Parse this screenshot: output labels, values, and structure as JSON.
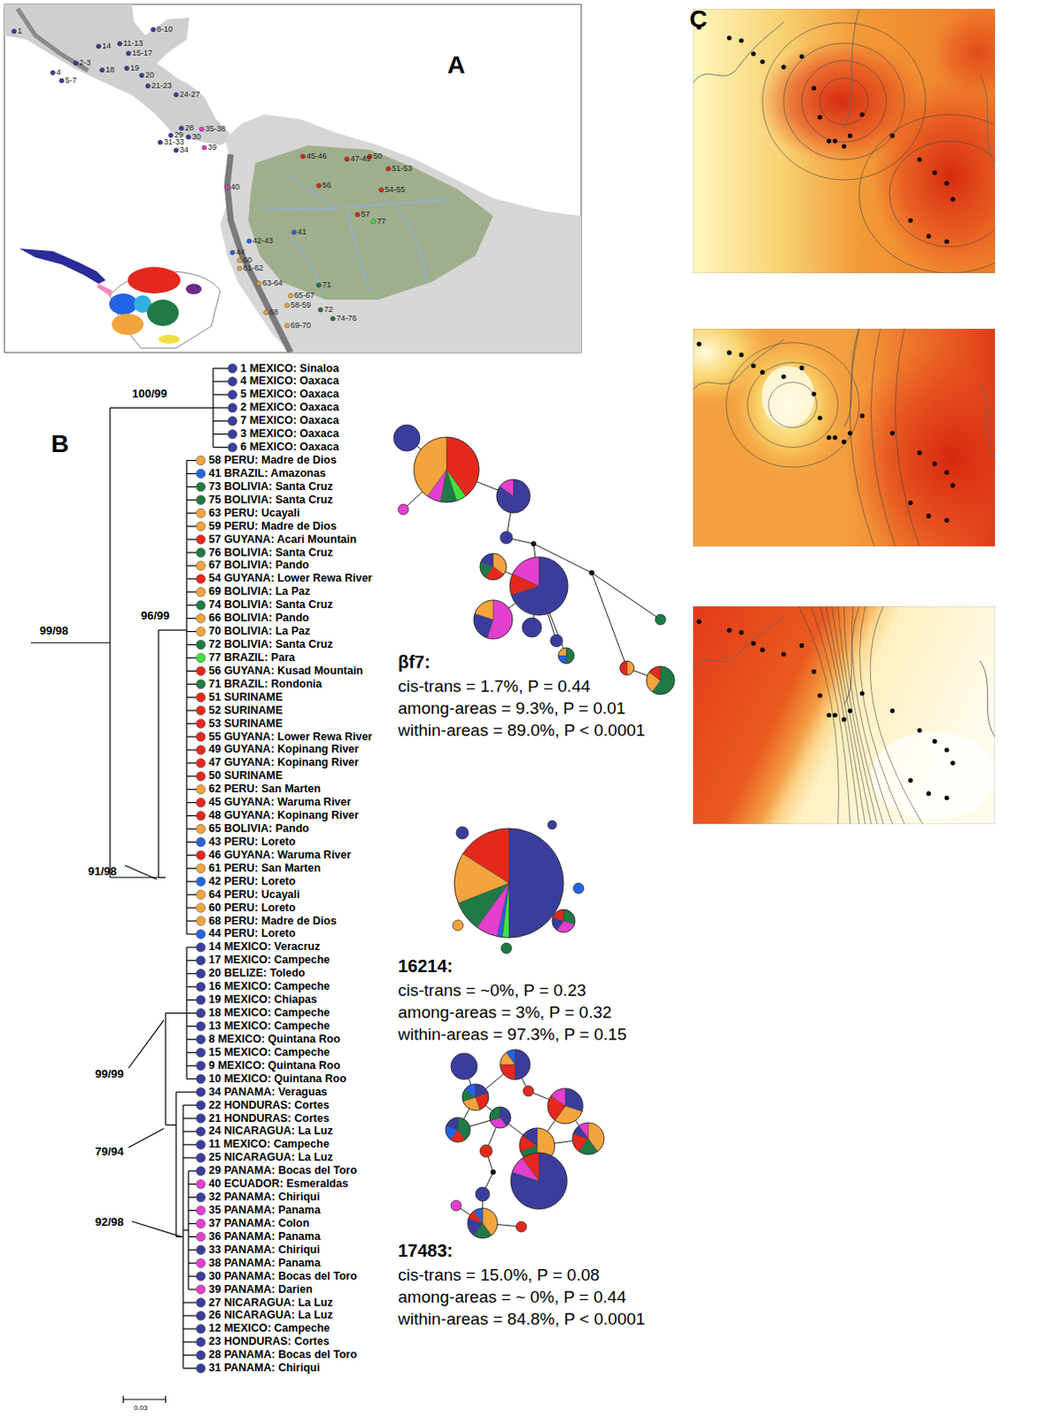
{
  "diagram": {
    "labels": [
      "A",
      "B",
      "C",
      "1",
      "2-3",
      "4",
      "5-7",
      "8-10",
      "11-13",
      "14",
      "15-17",
      "18",
      "19",
      "20",
      "21-23",
      "24-27",
      "28",
      "29",
      "30",
      "31-33",
      "34",
      "35-38",
      "39",
      "40",
      "41",
      "42-43",
      "44",
      "45-46",
      "47-49",
      "50",
      "51-53",
      "54-55",
      "56",
      "57",
      "58-59",
      "60",
      "61-62",
      "63-64",
      "65-67",
      "68",
      "69-70",
      "71",
      "72",
      "74-76",
      "77",
      "1 MEXICO: Sinaloa",
      "4 MEXICO: Oaxaca",
      "5 MEXICO: Oaxaca",
      "2 MEXICO: Oaxaca",
      "7 MEXICO: Oaxaca",
      "3 MEXICO: Oaxaca",
      "6 MEXICO: Oaxaca",
      "58 PERU: Madre de Dios",
      "41 BRAZIL: Amazonas",
      "73 BOLIVIA: Santa Cruz",
      "75 BOLIVIA: Santa Cruz",
      "63 PERU: Ucayali",
      "59 PERU: Madre de Dios",
      "57 GUYANA: Acari Mountain",
      "76 BOLIVIA: Santa Cruz",
      "67 BOLIVIA: Pando",
      "54 GUYANA: Lower Rewa River",
      "69 BOLIVIA: La Paz",
      "74 BOLIVIA: Santa Cruz",
      "66 BOLIVIA: Pando",
      "70 BOLIVIA: La Paz",
      "72 BOLIVIA: Santa Cruz",
      "77 BRAZIL: Para",
      "56 GUYANA: Kusad Mountain",
      "71 BRAZIL: Rondonia",
      "51 SURINAME",
      "52 SURINAME",
      "53 SURINAME",
      "55 GUYANA: Lower Rewa River",
      "49 GUYANA: Kopinang River",
      "47 GUYANA: Kopinang River",
      "50 SURINAME",
      "62 PERU: San Marten",
      "45 GUYANA: Waruma River",
      "48 GUYANA: Kopinang River",
      "65 BOLIVIA: Pando",
      "43 PERU: Loreto",
      "46 GUYANA: Waruma River",
      "61 PERU: San Marten",
      "42 PERU: Loreto",
      "64 PERU: Ucayali",
      "60 PERU: Loreto",
      "68 PERU: Madre de Dios",
      "44 PERU: Loreto",
      "14 MEXICO: Veracruz",
      "17 MEXICO: Campeche",
      "20 BELIZE: Toledo",
      "16 MEXICO: Campeche",
      "19 MEXICO: Chiapas",
      "18 MEXICO: Campeche",
      "13 MEXICO: Campeche",
      "8 MEXICO: Quintana Roo",
      "15 MEXICO: Campeche",
      "9 MEXICO: Quintana Roo",
      "10 MEXICO: Quintana Roo",
      "34 PANAMA: Veraguas",
      "22 HONDURAS: Cortes",
      "21 HONDURAS: Cortes",
      "24 NICARAGUA: La Luz",
      "11 MEXICO: Campeche",
      "25 NICARAGUA: La Luz",
      "29 PANAMA: Bocas del Toro",
      "40 ECUADOR: Esmeraldas",
      "32 PANAMA: Chiriqui",
      "35 PANAMA: Panama",
      "37 PANAMA: Colon",
      "36 PANAMA: Panama",
      "33 PANAMA: Chiriqui",
      "38 PANAMA: Panama",
      "30 PANAMA: Bocas del Toro",
      "39 PANAMA: Darien",
      "27 NICARAGUA: La Luz",
      "26 NICARAGUA: La Luz",
      "12 MEXICO: Campeche",
      "23 HONDURAS: Cortes",
      "28 PANAMA: Bocas del Toro",
      "31 PANAMA: Chiriqui",
      "100/99",
      "99/98",
      "96/99",
      "91/98",
      "99/99",
      "79/94",
      "92/98",
      "0.03",
      "βf7:",
      "cis-trans = 1.7%, P = 0.44",
      "among-areas = 9.3%, P = 0.01",
      "within-areas = 89.0%, P < 0.0001",
      "16214:",
      "cis-trans = ~0%, P = 0.23",
      "among-areas = 3%, P = 0.32",
      "within-areas = 97.3%, P = 0.15",
      "17483:",
      "cis-trans = 15.0%, P = 0.08",
      "among-areas = ~ 0%, P = 0.44",
      "within-areas = 84.8%, P < 0.0001"
    ]
  }
}
